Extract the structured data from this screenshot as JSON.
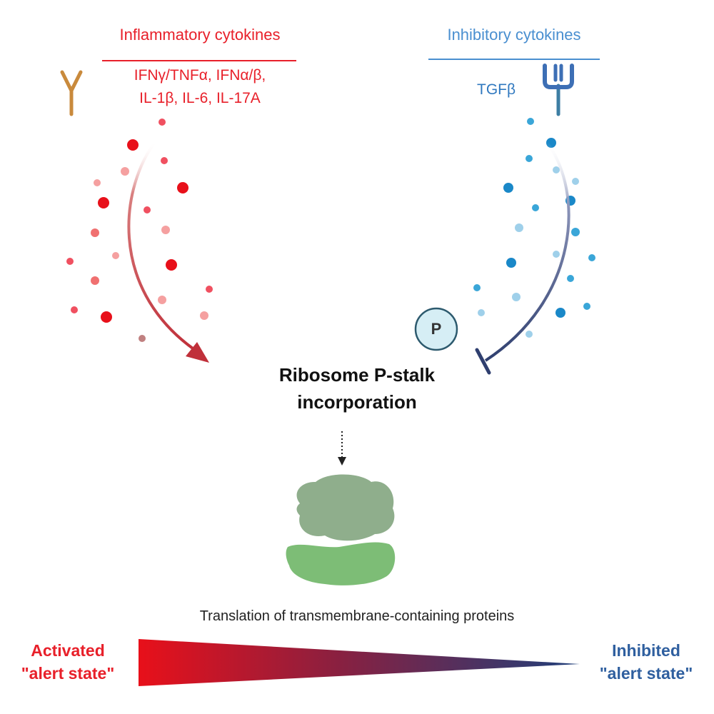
{
  "inflammatory": {
    "title": "Inflammatory cytokines",
    "list_line1": "IFNγ/TNFα, IFNα/β,",
    "list_line2": "IL-1β, IL-6, IL-17A"
  },
  "inhibitory": {
    "title": "Inhibitory cytokines",
    "ligand": "TGFβ"
  },
  "phospho_label": "P",
  "center": {
    "line1": "Ribosome P-stalk",
    "line2": "incorporation"
  },
  "translation_label": "Translation of transmembrane-containing proteins",
  "gradient": {
    "left_line1": "Activated",
    "left_line2": "\"alert state\"",
    "right_line1": "Inhibited",
    "right_line2": "\"alert state\""
  },
  "colors": {
    "inflammatory_red": "#e8202a",
    "inhibitory_blue": "#4a8fd0",
    "inhibit_arrow_navy": "#2f3f6f",
    "ribosome_large": "#8fae8c",
    "ribosome_small": "#7dbd76",
    "receptor_orange": "#c98a3c",
    "receptor_teal": "#3d7ea3"
  },
  "icons": [
    "y-receptor-icon",
    "tgfb-receptor-icon",
    "phosphate-icon",
    "ribosome-icon"
  ]
}
